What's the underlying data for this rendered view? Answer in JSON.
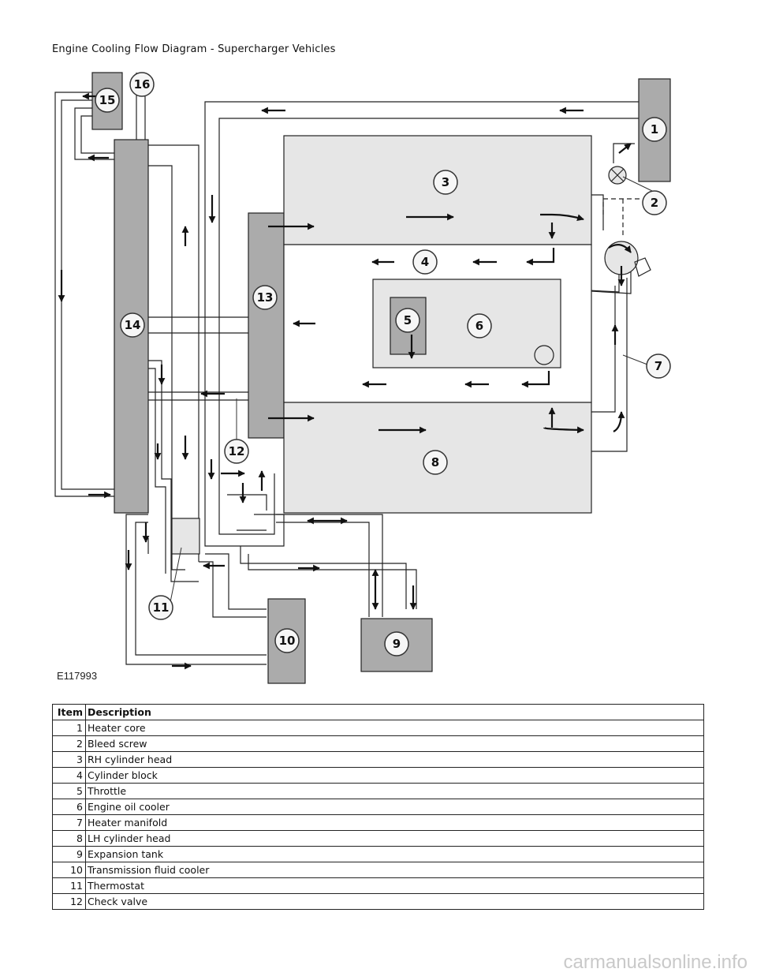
{
  "document": {
    "title": "Engine Cooling Flow Diagram - Supercharger Vehicles",
    "figure_id": "E117993",
    "watermark": "carmanualsonline.info"
  },
  "diagram": {
    "callouts": [
      "1",
      "2",
      "3",
      "4",
      "5",
      "6",
      "7",
      "8",
      "9",
      "10",
      "11",
      "12",
      "13",
      "14",
      "15",
      "16"
    ]
  },
  "table": {
    "headers": {
      "item": "Item",
      "description": "Description"
    },
    "rows": [
      {
        "item": "1",
        "description": "Heater core"
      },
      {
        "item": "2",
        "description": "Bleed screw"
      },
      {
        "item": "3",
        "description": "RH cylinder head"
      },
      {
        "item": "4",
        "description": "Cylinder block"
      },
      {
        "item": "5",
        "description": "Throttle"
      },
      {
        "item": "6",
        "description": "Engine oil cooler"
      },
      {
        "item": "7",
        "description": "Heater manifold"
      },
      {
        "item": "8",
        "description": "LH cylinder head"
      },
      {
        "item": "9",
        "description": "Expansion tank"
      },
      {
        "item": "10",
        "description": "Transmission fluid cooler"
      },
      {
        "item": "11",
        "description": "Thermostat"
      },
      {
        "item": "12",
        "description": "Check valve"
      }
    ]
  }
}
